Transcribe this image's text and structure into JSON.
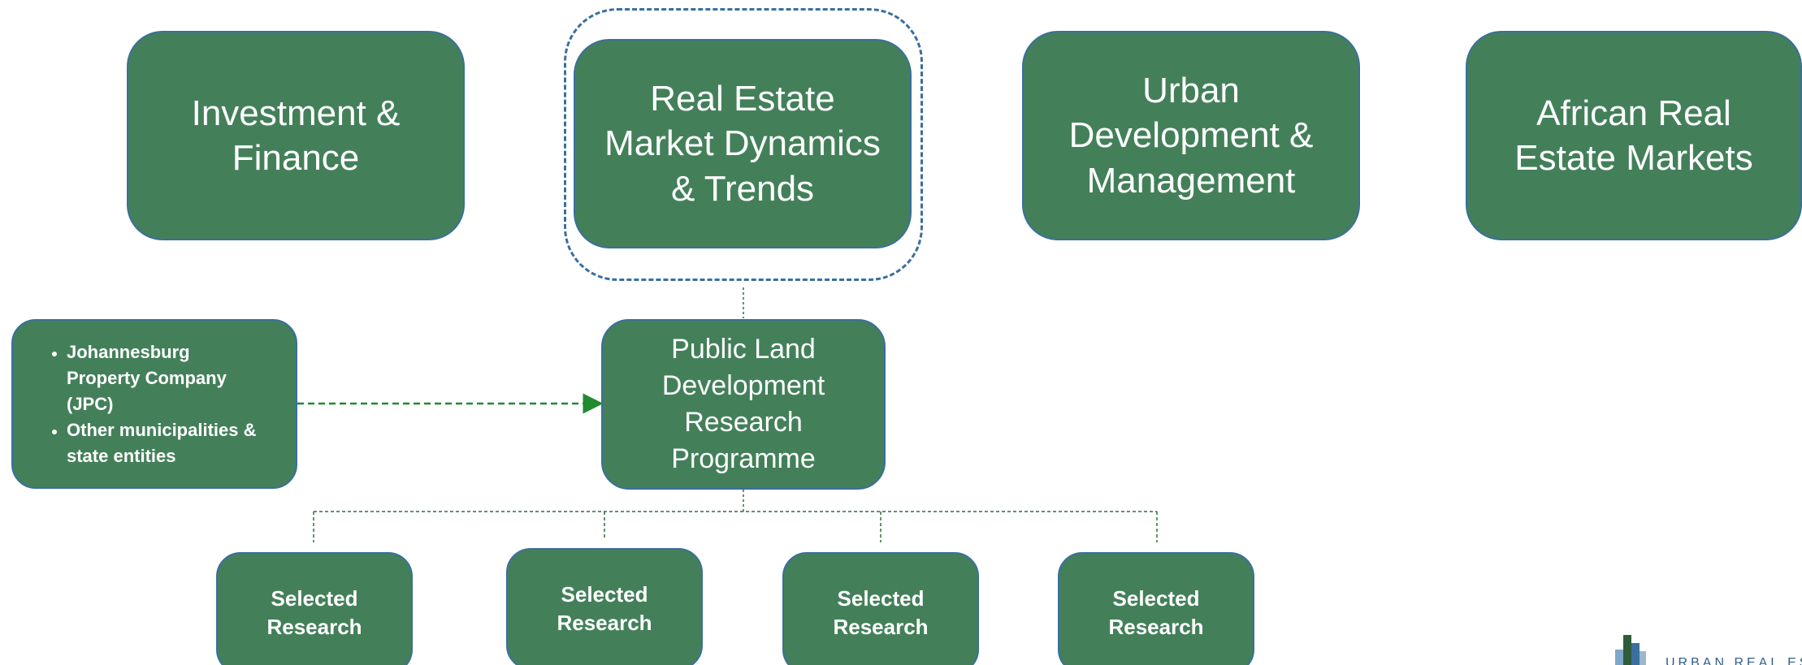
{
  "colors": {
    "box_fill": "#43805a",
    "box_border": "#3a6f9e",
    "box_text": "#ffffff",
    "focus_ring": "#3a6f9e",
    "connector": "#2f6e3f",
    "arrow": "#1f8a2f"
  },
  "themes": [
    {
      "label": "Investment &\nFinance"
    },
    {
      "label": "Real Estate\nMarket Dynamics\n& Trends"
    },
    {
      "label": "Urban\nDevelopment &\nManagement"
    },
    {
      "label": "African Real\nEstate Markets"
    }
  ],
  "programme": {
    "label": "Public Land\nDevelopment\nResearch\nProgramme"
  },
  "stakeholders": {
    "items": [
      "Johannesburg\nProperty Company\n(JPC)",
      "Other municipalities &\nstate entities"
    ]
  },
  "outputs": [
    {
      "label": "Selected\nResearch"
    },
    {
      "label": "Selected\nResearch"
    },
    {
      "label": "Selected\nResearch"
    },
    {
      "label": "Selected\nResearch"
    }
  ],
  "logo": {
    "text": "URBAN REAL ESTATE"
  }
}
